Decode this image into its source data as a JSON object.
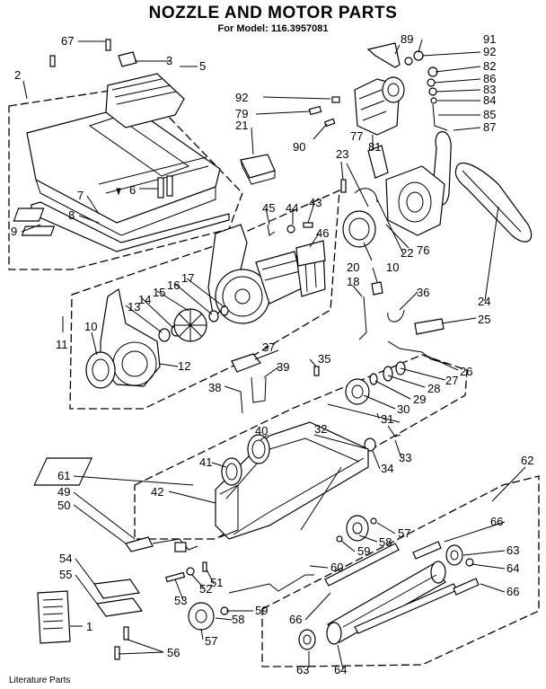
{
  "title": "NOZZLE AND MOTOR PARTS",
  "subtitle": "For Model: 116.3957081",
  "literature_label": "Literature Parts",
  "callouts": [
    "1",
    "2",
    "3",
    "5",
    "6",
    "7",
    "8",
    "9",
    "10",
    "10",
    "11",
    "12",
    "13",
    "14",
    "15",
    "16",
    "17",
    "18",
    "20",
    "21",
    "22",
    "23",
    "24",
    "25",
    "26",
    "27",
    "28",
    "29",
    "30",
    "31",
    "32",
    "33",
    "34",
    "35",
    "36",
    "37",
    "38",
    "39",
    "40",
    "41",
    "42",
    "43",
    "44",
    "45",
    "46",
    "49",
    "50",
    "51",
    "52",
    "53",
    "54",
    "55",
    "56",
    "57",
    "57",
    "58",
    "58",
    "59",
    "59",
    "60",
    "61",
    "62",
    "63",
    "63",
    "64",
    "64",
    "66",
    "66",
    "66",
    "67",
    "76",
    "77",
    "79",
    "81",
    "82",
    "83",
    "84",
    "85",
    "86",
    "87",
    "89",
    "90",
    "91",
    "92",
    "92"
  ]
}
